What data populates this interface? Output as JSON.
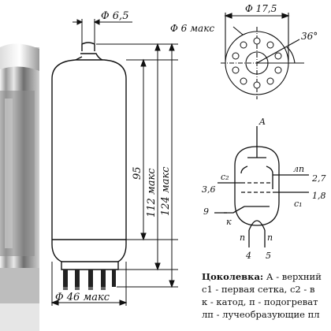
{
  "dimensions": {
    "top_diameter": "Φ 6,5",
    "body_height": "95",
    "height_max_112": "112 макс",
    "height_max_124": "124 макс",
    "base_diameter": "Φ 46 макс"
  },
  "socket_view": {
    "outer_diameter": "Φ 17,5",
    "pin_diameter": "Φ 6 макс",
    "pin_angle": "36°"
  },
  "schematic": {
    "pin_labels": {
      "anode": "A",
      "grid2": "c₂",
      "grid1": "c₁",
      "deflecting": "лп",
      "cathode": "к",
      "heater_left": "п",
      "heater_right": "п",
      "pin_num_left": "3,6",
      "pin_num_9": "9",
      "pin_num_27": "2,7",
      "pin_num_18": "1,8",
      "pin_num_4": "4",
      "pin_num_5": "5"
    }
  },
  "legend": {
    "line1_title": "Цоколевка:",
    "line1_rest": " А - верхний",
    "line2": "с1 - первая сетка, с2 - в",
    "line3": "к - катод, п - подогреват",
    "line4": "лп - лучеобразующие пл"
  }
}
